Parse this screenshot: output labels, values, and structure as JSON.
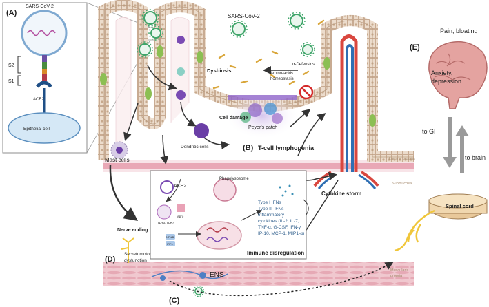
{
  "panels": {
    "a": "(A)",
    "b": "(B)",
    "c": "(C)",
    "d": "(D)",
    "e": "(E)"
  },
  "virus_inset": {
    "title": "SARS-CoV-2",
    "s2": "S2",
    "s1": "S1",
    "ace2": "ACE2",
    "cell": "Epithelial cell"
  },
  "gut": {
    "virus": "SARS-CoV-2",
    "dysbiosis": "Dysbiosis",
    "defensins": "α-Defensins",
    "amino_line1": "Amino-acids",
    "amino_line2": "homeostasis",
    "cell_damage": "Cell damage",
    "peyers_patch": "Peyer's patch",
    "dendritic": "Dendritic cells",
    "t_cell": "T-cell lymphopenia",
    "mast": "Mast cells",
    "lamina": "Lamina propria",
    "submucosa": "Submucosa",
    "cytokine_storm": "Cytokine storm"
  },
  "immune_box": {
    "ace2": "ACE2",
    "phagolysosome": "Phagolysosome",
    "tlr": "TLR3, TLR7",
    "mpro": "Mpro",
    "nfkb": "NF-kB",
    "irf": "IRFs",
    "list": [
      "Type I IFNs",
      "Type III IFNs",
      "Inflammatory",
      "cytokines (IL-2, IL-7,",
      "TNF-α, G-CSF, IFN-γ",
      "IP-10, MCP-1, MIP1-α)"
    ],
    "disregulation": "Immune disregulation"
  },
  "nerve": {
    "ending": "Nerve ending",
    "secretomotor_1": "Secretomotor",
    "secretomotor_2": "dysfunction",
    "ens": "ENS",
    "muscularis_1": "Muscularis",
    "muscularis_2": "propria"
  },
  "brain": {
    "pain": "Pain, bloating",
    "anxiety_1": "Anxiety,",
    "anxiety_2": "depression",
    "to_gi": "to GI",
    "to_brain": "to brain",
    "spinal": "Spinal cord"
  },
  "colors": {
    "epithelium": "#ead9c8",
    "epithelium_stroke": "#b89a7e",
    "lamina": "#f6dfe3",
    "submucosa_band": "#e8a2b1",
    "muscle": "#eec3cc",
    "artery": "#d9473f",
    "vein": "#2f6fb3",
    "virus": "#3fa56a",
    "brain": "#d68a88",
    "nerve": "#f0c63a"
  }
}
